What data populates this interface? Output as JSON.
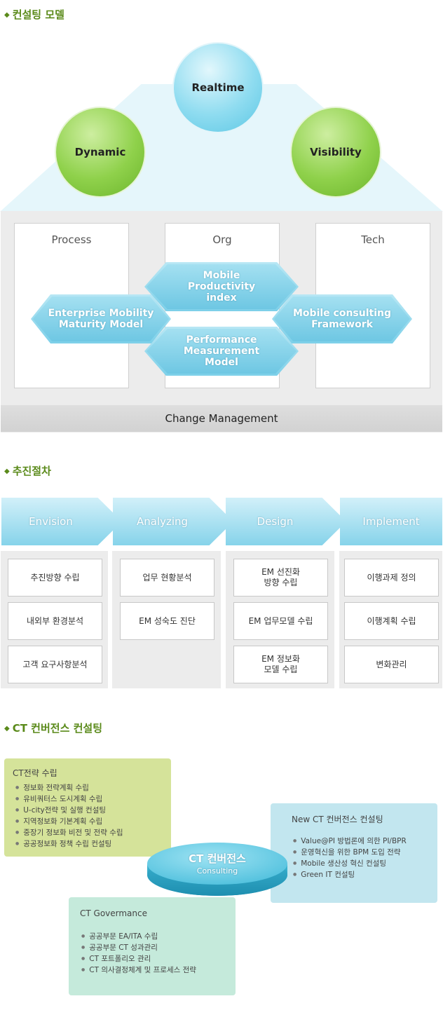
{
  "sections": {
    "model_title": "컨설팅 모델",
    "process_title": "추진절차",
    "ct_title": "CT 컨버전스 컨설팅"
  },
  "model": {
    "circles": {
      "realtime": "Realtime",
      "dynamic": "Dynamic",
      "visibility": "Visibility"
    },
    "columns": {
      "process": "Process",
      "org": "Org",
      "tech": "Tech"
    },
    "hexagons": {
      "mobile_productivity": "Mobile\nProductivity\nindex",
      "enterprise_mobility": "Enterprise Mobility\nMaturity Model",
      "mobile_consulting": "Mobile consulting\nFramework",
      "performance_measurement": "Performance\nMeasurement\nModel"
    },
    "change_management": "Change Management"
  },
  "procedure": {
    "stages": [
      {
        "label": "Envision",
        "items": [
          "추진방향 수립",
          "내외부 환경분석",
          "고객 요구사항분석"
        ]
      },
      {
        "label": "Analyzing",
        "items": [
          "업무 현황분석",
          "EM 성숙도 진단"
        ]
      },
      {
        "label": "Design",
        "items": [
          "EM 선진화\n방향 수립",
          "EM 업무모델 수립",
          "EM 정보화\n모델 수립"
        ]
      },
      {
        "label": "Implement",
        "items": [
          "이행과제 정의",
          "이행계획 수립",
          "변화관리"
        ]
      }
    ]
  },
  "ct": {
    "strategy": {
      "title": "CT전략 수립",
      "items": [
        "정보화 전략계획 수립",
        "유비쿼터스 도시계획 수립",
        "U-city전략 및 실행 컨설팅",
        "지역정보화 기본계획 수립",
        "중장기 정보화 비전 및 전략 수립",
        "공공정보화 정책 수립 컨설팅"
      ]
    },
    "new_ct": {
      "title": "New CT 컨버전스 컨설팅",
      "items": [
        "Value@PI 방법론에 의한 PI/BPR",
        "운영혁신을 위한 BPM 도입 전략",
        "Mobile 생산성 혁신 컨설팅",
        "Green IT 컨설팅"
      ]
    },
    "governance": {
      "title": "CT Govermance",
      "items": [
        "공공부문 EA/ITA 수립",
        "공공부문 CT 성과관리",
        "CT 포트폴리오 관리",
        "CT 의사결정체계 및 프로세스 전략"
      ]
    },
    "center": {
      "title": "CT 컨버전스",
      "subtitle": "Consulting"
    }
  }
}
